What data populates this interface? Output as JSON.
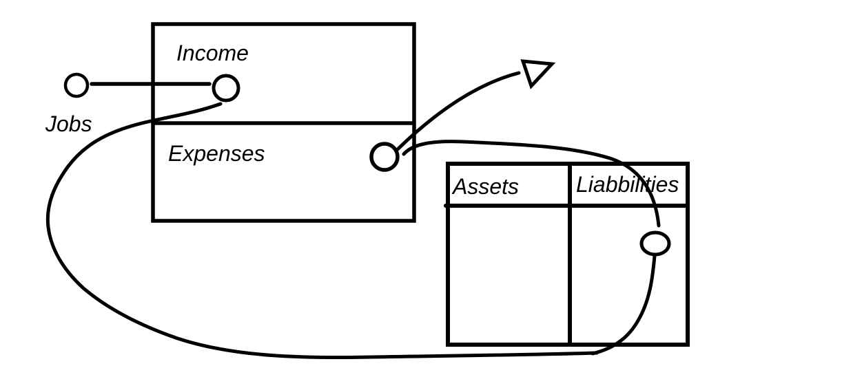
{
  "canvas": {
    "background_color": "#ffffff",
    "ink_color": "#000000"
  },
  "income_statement_box": {
    "income_label": "Income",
    "expenses_label": "Expenses"
  },
  "balance_sheet_table": {
    "assets_header": "Assets",
    "liabilities_header": "Liabbilities"
  },
  "jobs_label": "Jobs",
  "shapes": {
    "connector_nodes": [
      "jobs-node",
      "income-node",
      "expenses-node",
      "liabilities-node"
    ],
    "arrowhead": "open-triangle-arrowhead",
    "flows": [
      "jobs-to-income-line",
      "expenses-outflow-arrow",
      "expenses-to-liabilities-curve",
      "liabilities-to-income-loop"
    ]
  }
}
